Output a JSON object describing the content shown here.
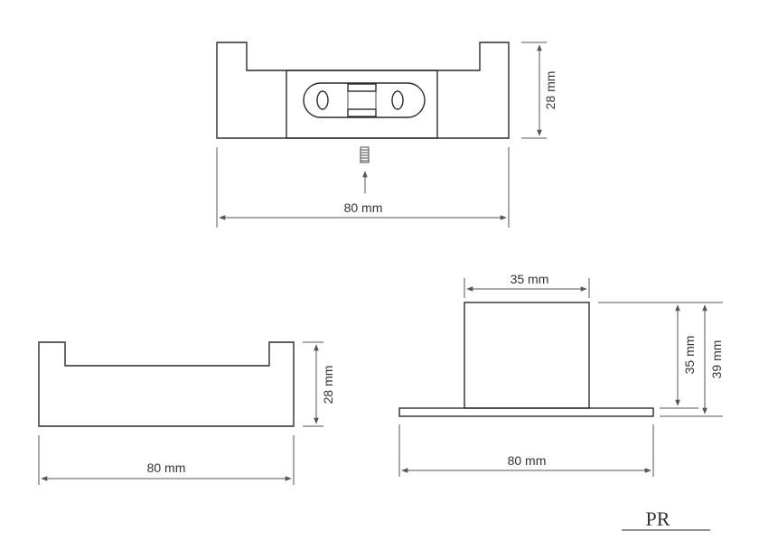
{
  "drawing": {
    "top_view": {
      "width_label": "80 mm",
      "height_label": "28 mm"
    },
    "front_view": {
      "width_label": "80 mm",
      "height_label": "28 mm"
    },
    "side_view": {
      "top_width_label": "35 mm",
      "width_label": "80 mm",
      "inner_height_label": "35 mm",
      "total_height_label": "39 mm"
    },
    "logo": {
      "text": "PR"
    }
  }
}
